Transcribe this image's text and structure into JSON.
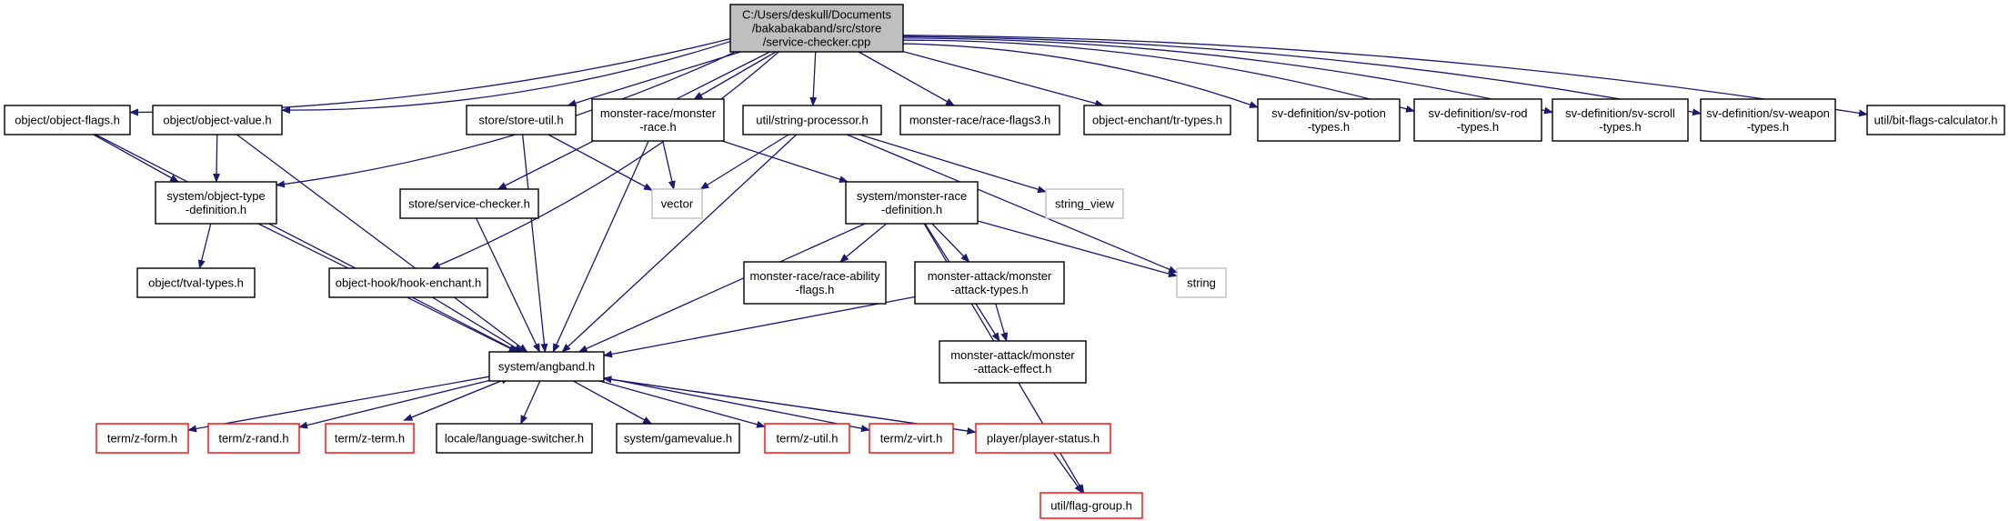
{
  "colors": {
    "edge": "#191970",
    "node_border": "#000000",
    "root_fill": "#bfbfbf",
    "external_border": "#bfbfbf",
    "external_text": "#7f7f7f",
    "truncated_border": "#ff0000",
    "node_fill": "#ffffff"
  },
  "nodes": [
    {
      "id": "root",
      "lines": [
        "C:/Users/deskull/Documents",
        "/bakabakaband/src/store",
        "/service-checker.cpp"
      ],
      "style": "root"
    },
    {
      "id": "object_flags",
      "lines": [
        "object/object-flags.h"
      ],
      "style": "normal"
    },
    {
      "id": "object_value",
      "lines": [
        "object/object-value.h"
      ],
      "style": "normal"
    },
    {
      "id": "store_util",
      "lines": [
        "store/store-util.h"
      ],
      "style": "normal"
    },
    {
      "id": "monster_race",
      "lines": [
        "monster-race/monster",
        "-race.h"
      ],
      "style": "normal"
    },
    {
      "id": "string_processor",
      "lines": [
        "util/string-processor.h"
      ],
      "style": "normal"
    },
    {
      "id": "race_flags3",
      "lines": [
        "monster-race/race-flags3.h"
      ],
      "style": "normal"
    },
    {
      "id": "tr_types",
      "lines": [
        "object-enchant/tr-types.h"
      ],
      "style": "normal"
    },
    {
      "id": "sv_potion",
      "lines": [
        "sv-definition/sv-potion",
        "-types.h"
      ],
      "style": "normal"
    },
    {
      "id": "sv_rod",
      "lines": [
        "sv-definition/sv-rod",
        "-types.h"
      ],
      "style": "normal"
    },
    {
      "id": "sv_scroll",
      "lines": [
        "sv-definition/sv-scroll",
        "-types.h"
      ],
      "style": "normal"
    },
    {
      "id": "sv_weapon",
      "lines": [
        "sv-definition/sv-weapon",
        "-types.h"
      ],
      "style": "normal"
    },
    {
      "id": "bit_flags",
      "lines": [
        "util/bit-flags-calculator.h"
      ],
      "style": "normal"
    },
    {
      "id": "object_type_def",
      "lines": [
        "system/object-type",
        "-definition.h"
      ],
      "style": "normal"
    },
    {
      "id": "service_checker_h",
      "lines": [
        "store/service-checker.h"
      ],
      "style": "normal"
    },
    {
      "id": "vector",
      "lines": [
        "vector"
      ],
      "style": "external"
    },
    {
      "id": "monster_race_def",
      "lines": [
        "system/monster-race",
        "-definition.h"
      ],
      "style": "normal"
    },
    {
      "id": "string_view",
      "lines": [
        "string_view"
      ],
      "style": "external"
    },
    {
      "id": "tval_types",
      "lines": [
        "object/tval-types.h"
      ],
      "style": "normal"
    },
    {
      "id": "hook_enchant",
      "lines": [
        "object-hook/hook-enchant.h"
      ],
      "style": "normal"
    },
    {
      "id": "race_ability",
      "lines": [
        "monster-race/race-ability",
        "-flags.h"
      ],
      "style": "normal"
    },
    {
      "id": "attack_types",
      "lines": [
        "monster-attack/monster",
        "-attack-types.h"
      ],
      "style": "normal"
    },
    {
      "id": "string",
      "lines": [
        "string"
      ],
      "style": "external"
    },
    {
      "id": "angband",
      "lines": [
        "system/angband.h"
      ],
      "style": "normal"
    },
    {
      "id": "attack_effect",
      "lines": [
        "monster-attack/monster",
        "-attack-effect.h"
      ],
      "style": "normal"
    },
    {
      "id": "z_form",
      "lines": [
        "term/z-form.h"
      ],
      "style": "truncated"
    },
    {
      "id": "z_rand",
      "lines": [
        "term/z-rand.h"
      ],
      "style": "truncated"
    },
    {
      "id": "z_term",
      "lines": [
        "term/z-term.h"
      ],
      "style": "truncated"
    },
    {
      "id": "lang_switcher",
      "lines": [
        "locale/language-switcher.h"
      ],
      "style": "normal"
    },
    {
      "id": "gamevalue",
      "lines": [
        "system/gamevalue.h"
      ],
      "style": "normal"
    },
    {
      "id": "z_util",
      "lines": [
        "term/z-util.h"
      ],
      "style": "truncated"
    },
    {
      "id": "z_virt",
      "lines": [
        "term/z-virt.h"
      ],
      "style": "truncated"
    },
    {
      "id": "player_status",
      "lines": [
        "player/player-status.h"
      ],
      "style": "truncated"
    },
    {
      "id": "flag_group",
      "lines": [
        "util/flag-group.h"
      ],
      "style": "truncated"
    }
  ],
  "edges": [
    [
      "root",
      "object_flags"
    ],
    [
      "root",
      "object_value"
    ],
    [
      "root",
      "object_type_def"
    ],
    [
      "root",
      "hook_enchant"
    ],
    [
      "root",
      "service_checker_h"
    ],
    [
      "root",
      "store_util"
    ],
    [
      "root",
      "monster_race"
    ],
    [
      "root",
      "string_processor"
    ],
    [
      "root",
      "race_flags3"
    ],
    [
      "root",
      "tr_types"
    ],
    [
      "root",
      "sv_potion"
    ],
    [
      "root",
      "sv_rod"
    ],
    [
      "root",
      "sv_scroll"
    ],
    [
      "root",
      "sv_weapon"
    ],
    [
      "root",
      "bit_flags"
    ],
    [
      "object_flags",
      "object_type_def"
    ],
    [
      "object_flags",
      "angband"
    ],
    [
      "object_value",
      "object_type_def"
    ],
    [
      "object_value",
      "angband"
    ],
    [
      "object_type_def",
      "tval_types"
    ],
    [
      "object_type_def",
      "angband"
    ],
    [
      "hook_enchant",
      "angband"
    ],
    [
      "service_checker_h",
      "angband"
    ],
    [
      "store_util",
      "vector"
    ],
    [
      "store_util",
      "angband"
    ],
    [
      "monster_race",
      "vector"
    ],
    [
      "monster_race",
      "angband"
    ],
    [
      "monster_race",
      "monster_race_def"
    ],
    [
      "string_processor",
      "vector"
    ],
    [
      "string_processor",
      "string_view"
    ],
    [
      "string_processor",
      "string"
    ],
    [
      "string_processor",
      "angband"
    ],
    [
      "monster_race_def",
      "angband"
    ],
    [
      "monster_race_def",
      "race_ability"
    ],
    [
      "monster_race_def",
      "attack_types"
    ],
    [
      "monster_race_def",
      "attack_effect"
    ],
    [
      "monster_race_def",
      "string"
    ],
    [
      "monster_race_def",
      "flag_group"
    ],
    [
      "attack_types",
      "angband"
    ],
    [
      "attack_types",
      "attack_effect"
    ],
    [
      "angband",
      "z_form"
    ],
    [
      "angband",
      "z_rand"
    ],
    [
      "angband",
      "z_term"
    ],
    [
      "angband",
      "lang_switcher"
    ],
    [
      "angband",
      "gamevalue"
    ],
    [
      "angband",
      "z_util"
    ],
    [
      "angband",
      "z_virt"
    ],
    [
      "angband",
      "player_status"
    ],
    [
      "z_term",
      "angband"
    ],
    [
      "player_status",
      "angband"
    ],
    [
      "player_status",
      "flag_group"
    ]
  ]
}
